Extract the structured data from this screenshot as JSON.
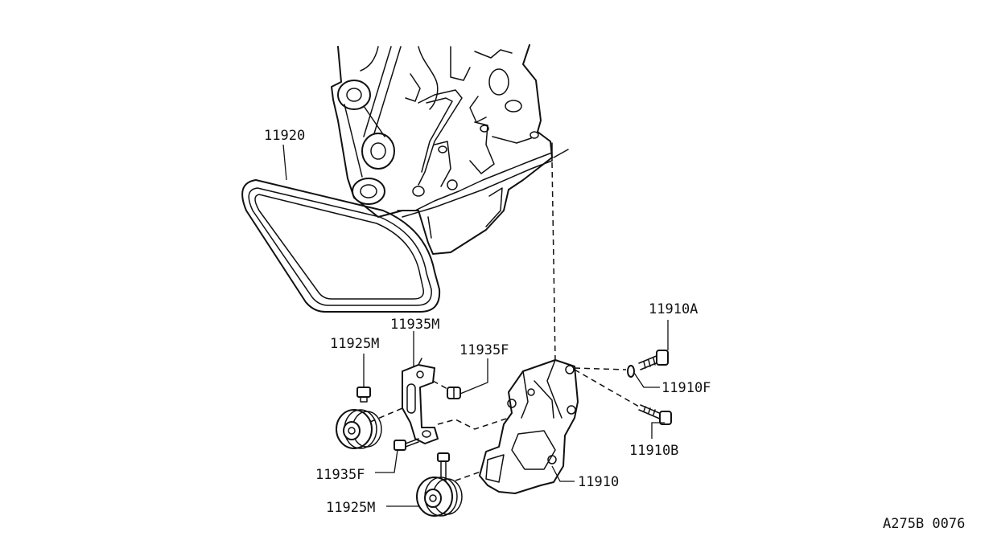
{
  "diagram_code": "A275B 0076",
  "parts": {
    "belt": "11920",
    "bracket": "11935M",
    "idler_pulley_upper": "11925M",
    "nut_upper": "11935F",
    "bolt_a": "11910A",
    "washer": "11910F",
    "bolt_b": "11910B",
    "bolt_lower": "11935F",
    "main_bracket": "11910",
    "idler_pulley_lower": "11925M"
  }
}
